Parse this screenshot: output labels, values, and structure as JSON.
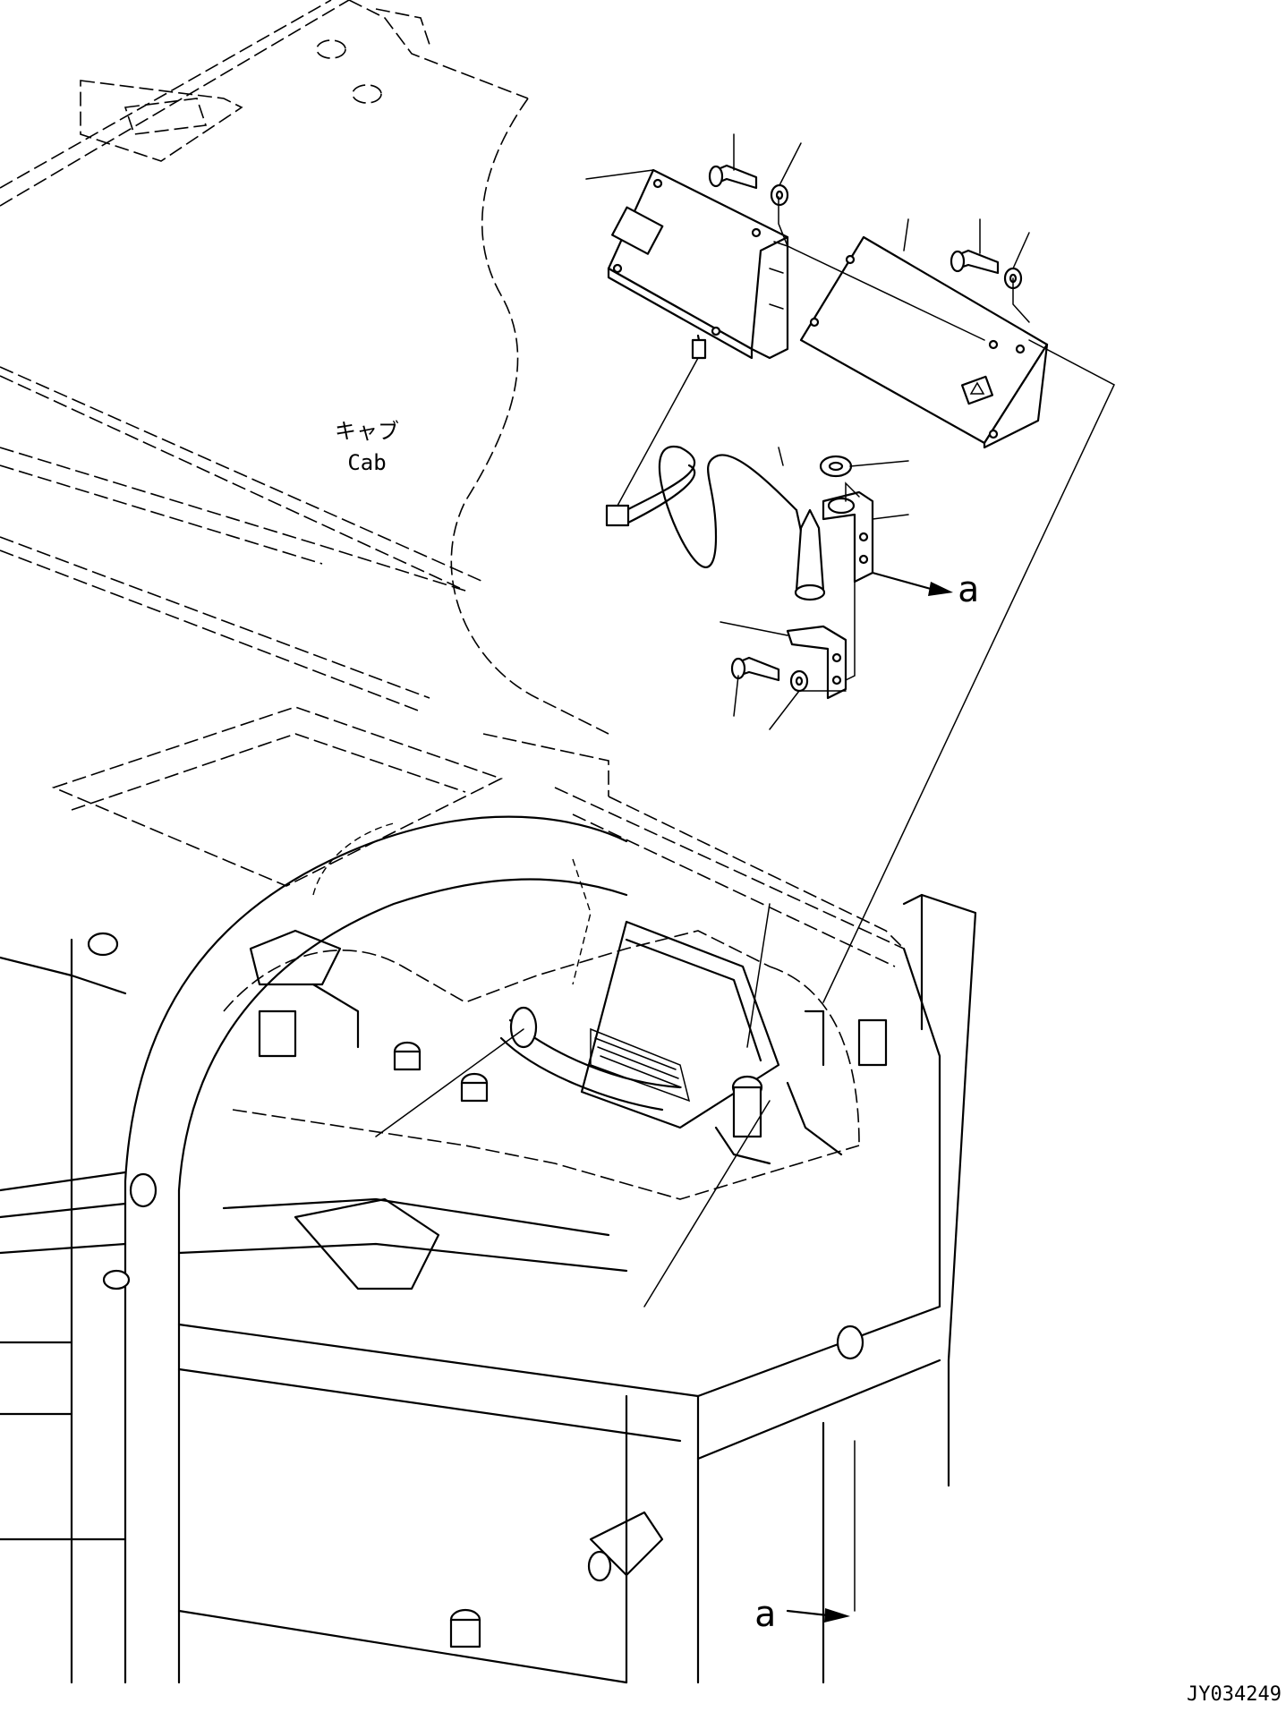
{
  "labels": {
    "cab_jp": "キャブ",
    "cab_en": "Cab",
    "view_ref_upper": "a",
    "view_ref_lower": "a",
    "drawing_number": "JY034249"
  }
}
